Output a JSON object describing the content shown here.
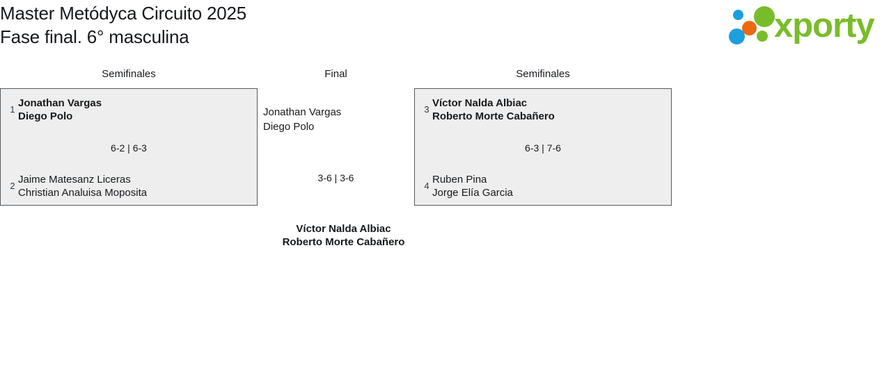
{
  "header": {
    "title_line_1": "Master Metódyca Circuito 2025",
    "title_line_2": "Fase final. 6° masculina"
  },
  "logo": {
    "wordmark": "xporty",
    "green": "#79bc2a",
    "blue": "#1b9fdd",
    "orange": "#e96a11",
    "dots": [
      {
        "name": "blue-small-dot"
      },
      {
        "name": "orange-dot"
      },
      {
        "name": "blue-large-dot"
      },
      {
        "name": "green-large-dot"
      },
      {
        "name": "green-small-dot"
      }
    ]
  },
  "bracket": {
    "round_headers": {
      "semifinals_left": "Semifinales",
      "final": "Final",
      "semifinals_right": "Semifinales"
    },
    "box_background": "#eeeeee",
    "box_border": "#555a60",
    "matches": [
      {
        "id": "semifinal-left",
        "round": "Semifinales",
        "score": "6-2 | 6-3",
        "teams": [
          {
            "seed": "1",
            "player_1": "Jonathan Vargas",
            "player_2": "Diego Polo",
            "winner": true
          },
          {
            "seed": "2",
            "player_1": "Jaime Matesanz Liceras",
            "player_2": "Christian Analuisa Moposita",
            "winner": false
          }
        ]
      },
      {
        "id": "semifinal-right",
        "round": "Semifinales",
        "score": "6-3 | 7-6",
        "teams": [
          {
            "seed": "3",
            "player_1": "Víctor Nalda Albiac",
            "player_2": "Roberto Morte Cabañero",
            "winner": true
          },
          {
            "seed": "4",
            "player_1": "Ruben Pina",
            "player_2": "Jorge Elía Garcia",
            "winner": false
          }
        ]
      },
      {
        "id": "final",
        "round": "Final",
        "score": "3-6 | 3-6",
        "teams": [
          {
            "seed": "",
            "player_1": "Jonathan Vargas",
            "player_2": "Diego Polo",
            "winner": false
          }
        ]
      }
    ],
    "champion": {
      "player_1": "Víctor Nalda Albiac",
      "player_2": "Roberto Morte Cabañero"
    }
  }
}
